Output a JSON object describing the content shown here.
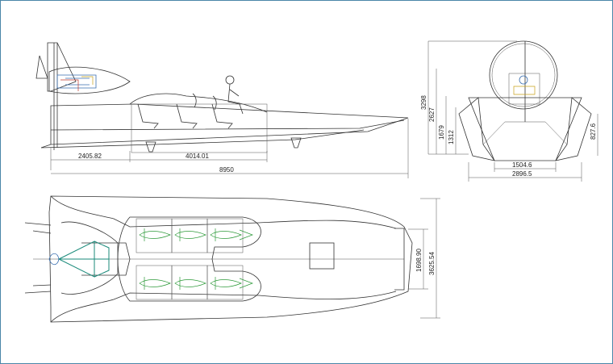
{
  "side_view": {
    "dim_aft": "2405.82",
    "dim_mid": "4014.01",
    "dim_total": "8950"
  },
  "front_view": {
    "dim_h1": "3298",
    "dim_h2": "2627",
    "dim_h3": "1679",
    "dim_h4": "1312",
    "dim_side": "827.6",
    "dim_w1": "1504.6",
    "dim_w2": "2896.5"
  },
  "top_view": {
    "dim_inner_width": "1698.90",
    "dim_outer_width": "3625.54"
  },
  "colors": {
    "border": "#4a86a8",
    "line": "#333333",
    "seats": "#2e9a3a",
    "engine": "#3a6fb0"
  }
}
